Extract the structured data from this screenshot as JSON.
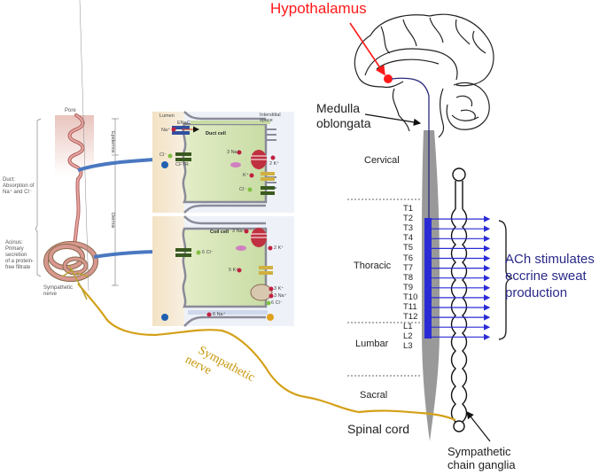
{
  "brain": {
    "hypothalamus_label": "Hypothalamus",
    "medulla_label_line1": "Medulla",
    "medulla_label_line2": "oblongata",
    "hypothalamus_color": "#ff1a1a",
    "pathway_color": "#2a2a7a"
  },
  "spinal_regions": {
    "cervical": "Cervical",
    "thoracic": "Thoracic",
    "lumbar": "Lumbar",
    "sacral": "Sacral",
    "spinal_cord": "Spinal cord"
  },
  "segments": [
    "T1",
    "T2",
    "T3",
    "T4",
    "T5",
    "T6",
    "T7",
    "T8",
    "T9",
    "T10",
    "T11",
    "T12",
    "L1",
    "L2",
    "L3"
  ],
  "outflow": {
    "label_line1": "ACh stimulates",
    "label_line2": "eccrine sweat",
    "label_line3": "production",
    "color": "#2b2bd6"
  },
  "ganglia_label_line1": "Sympathetic",
  "ganglia_label_line2": "chain ganglia",
  "nerve": {
    "label_line1": "Sympathetic",
    "label_line2": "nerve",
    "color": "#d4a017"
  },
  "gland": {
    "pore": "Pore",
    "epidermis": "Epidermis",
    "dermis": "Dermis",
    "duct_label": [
      "Duct:",
      "Absorption of",
      "Na⁺ and Cl⁻"
    ],
    "acinus_label": [
      "Acinus:",
      "Primary",
      "secretion",
      "of a protein-",
      "free filtrate"
    ],
    "sympathetic_nerve_label": [
      "Sympathetic",
      "nerve"
    ]
  },
  "duct_cell": {
    "lumen": "Lumen",
    "interstitial": [
      "Interstitial",
      "space"
    ],
    "cell_name": "Duct cell",
    "enac": "ENaC",
    "cftr": "CFTR",
    "na": "Na⁺",
    "cl": "Cl⁻",
    "na3": "3 Na⁺",
    "k2": "2 K⁺",
    "k": "K⁺",
    "cl2": "Cl⁻"
  },
  "coil_cell": {
    "cell_name": "Coil cell",
    "na3": "3 Na⁺",
    "k2": "2 K⁺",
    "k5": "5 K⁺",
    "k3": "3 K⁺",
    "na3b": "3 Na⁺",
    "cl6": "6 Cl⁻",
    "cl6_left": "6 Cl⁻",
    "na6": "6 Na⁺",
    "minus": "−",
    "plus": "+"
  }
}
